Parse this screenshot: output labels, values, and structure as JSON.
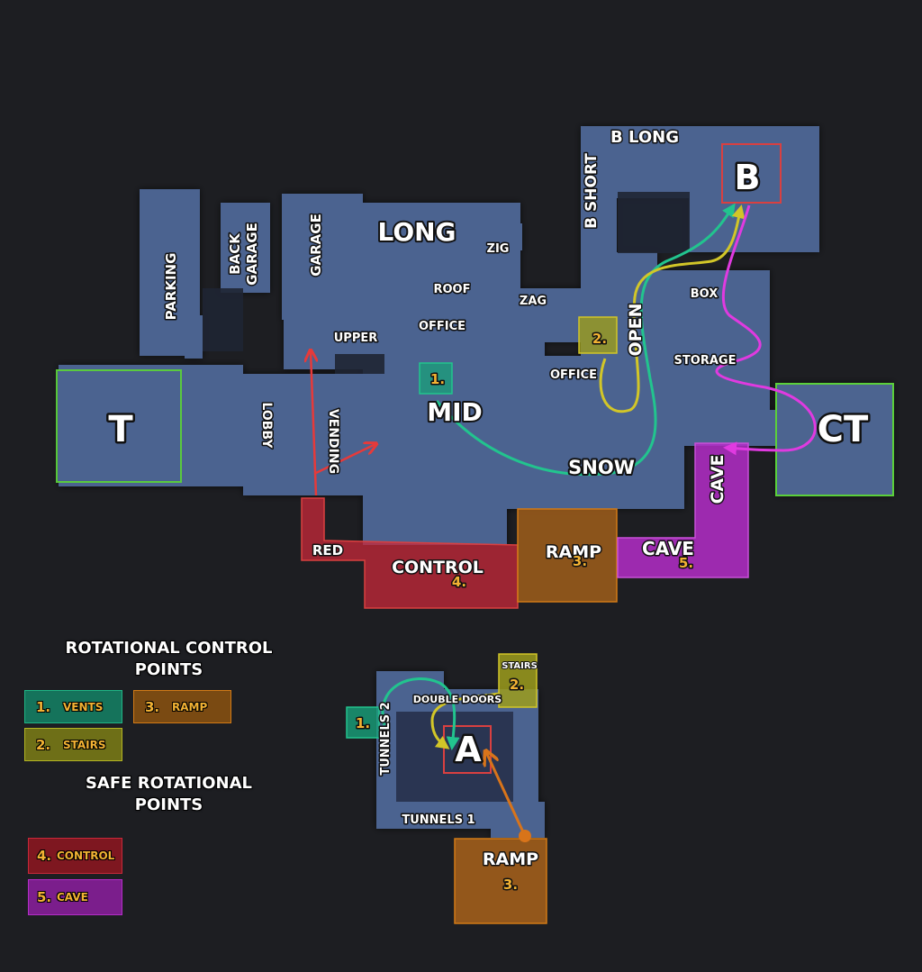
{
  "map": {
    "spawns": {
      "t": "T",
      "ct": "CT"
    },
    "sites": {
      "a": "A",
      "b": "B"
    },
    "callouts": {
      "b_long": "B LONG",
      "b_short": "B SHORT",
      "long": "LONG",
      "zig": "ZIG",
      "zag": "ZAG",
      "roof": "ROOF",
      "office_upper": "OFFICE",
      "office_lower": "OFFICE",
      "upper": "UPPER",
      "parking": "PARKING",
      "back_garage": "BACK GARAGE",
      "garage": "GARAGE",
      "lobby": "LOBBY",
      "vending": "VENDING",
      "mid": "MID",
      "snow": "SNOW",
      "open": "OPEN",
      "box": "BOX",
      "storage": "STORAGE",
      "cave": "CAVE",
      "cave_vertical": "CAVE",
      "red": "RED",
      "control": "CONTROL",
      "ramp": "RAMP",
      "double_doors": "DOUBLE DOORS",
      "tunnels_1": "TUNNELS 1",
      "tunnels_2": "TUNNELS 2",
      "stairs": "STAIRS",
      "ramp_a": "RAMP"
    },
    "markers": {
      "vents_num": "1.",
      "stairs_num": "2.",
      "ramp_num": "3.",
      "control_num": "4.",
      "cave_num": "5.",
      "a_vents_num": "1.",
      "a_stairs_num": "2.",
      "a_ramp_num": "3."
    },
    "colors": {
      "background": "#1d1e22",
      "floor": "#4c6490",
      "spawn_border": "#5bd03a",
      "site_border": "#d94040",
      "vents": "#18a07a",
      "stairs": "#b6b820",
      "ramp": "#d27a16",
      "control": "#c8283a",
      "cave": "#b42dc8",
      "red_route": "#e63a3a",
      "teal_route": "#22c48e",
      "yellow_route": "#d2c628",
      "magenta_route": "#e03ae0",
      "orange_route": "#d8741a"
    }
  },
  "legend": {
    "rotational_title": "ROTATIONAL CONTROL POINTS",
    "rotational_title_line1": "ROTATIONAL CONTROL",
    "rotational_title_line2": "POINTS",
    "safe_title_line1": "SAFE ROTATIONAL",
    "safe_title_line2": "POINTS",
    "items": [
      {
        "num": "1.",
        "label": "VENTS",
        "color": "#15735b",
        "border": "#1fb585"
      },
      {
        "num": "2.",
        "label": "STAIRS",
        "color": "#6e6f17",
        "border": "#b3b523"
      },
      {
        "num": "3.",
        "label": "RAMP",
        "color": "#7a4a12",
        "border": "#d27a16"
      },
      {
        "num": "4.",
        "label": "CONTROL",
        "color": "#7e1720",
        "border": "#c8283a"
      },
      {
        "num": "5.",
        "label": "CAVE",
        "color": "#7b1e8c",
        "border": "#b42dc8"
      }
    ]
  }
}
